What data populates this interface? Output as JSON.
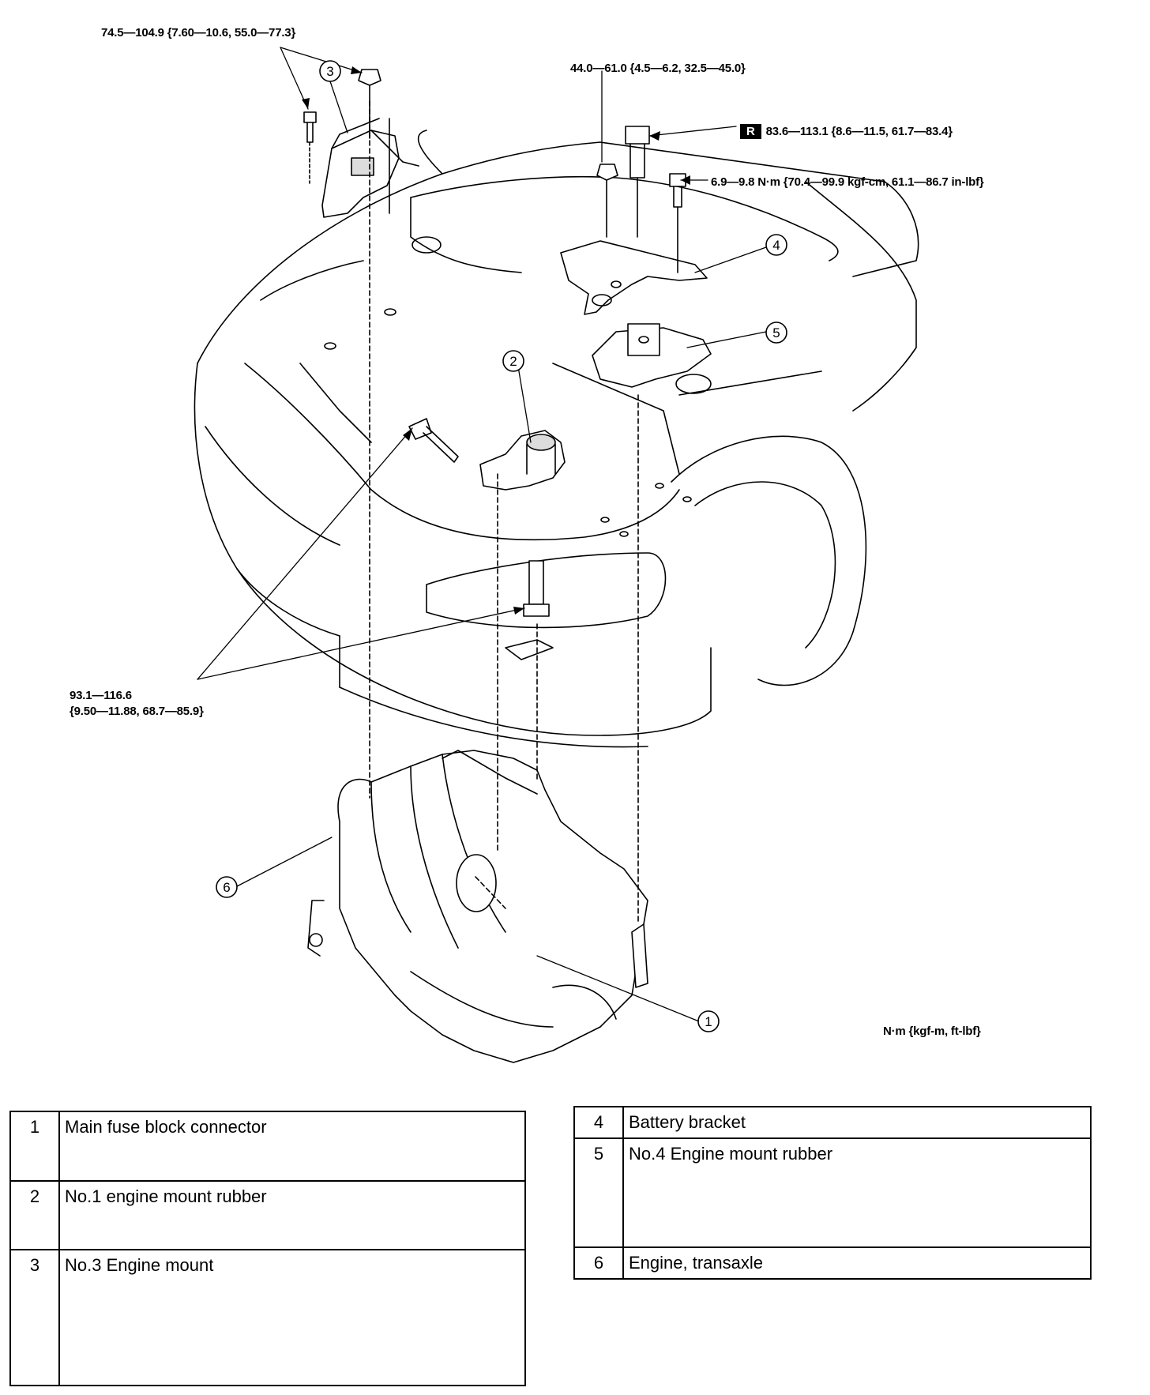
{
  "torque_labels": {
    "mount3": "74.5—104.9 {7.60—10.6, 55.0—77.3}",
    "battery_nut": "44.0—61.0 {4.5—6.2, 32.5—45.0}",
    "mount4_bolt_badge": "R",
    "mount4_bolt": "83.6—113.1 {8.6—11.5, 61.7—83.4}",
    "bracket_bolt": "6.9—9.8 N·m {70.4—99.9 kgf-cm, 61.1—86.7 in-lbf}",
    "mount1_line1": "93.1—116.6",
    "mount1_line2": "{9.50—11.88, 68.7—85.9}",
    "units": "N·m {kgf-m, ft-lbf}"
  },
  "callouts": [
    "1",
    "2",
    "3",
    "4",
    "5",
    "6"
  ],
  "legend_left": [
    {
      "num": "1",
      "name": "Main fuse block connector"
    },
    {
      "num": "2",
      "name": "No.1 engine mount rubber"
    },
    {
      "num": "3",
      "name": "No.3 Engine mount"
    }
  ],
  "legend_right": [
    {
      "num": "4",
      "name": "Battery bracket"
    },
    {
      "num": "5",
      "name": "No.4 Engine mount rubber"
    },
    {
      "num": "6",
      "name": "Engine, transaxle"
    }
  ]
}
